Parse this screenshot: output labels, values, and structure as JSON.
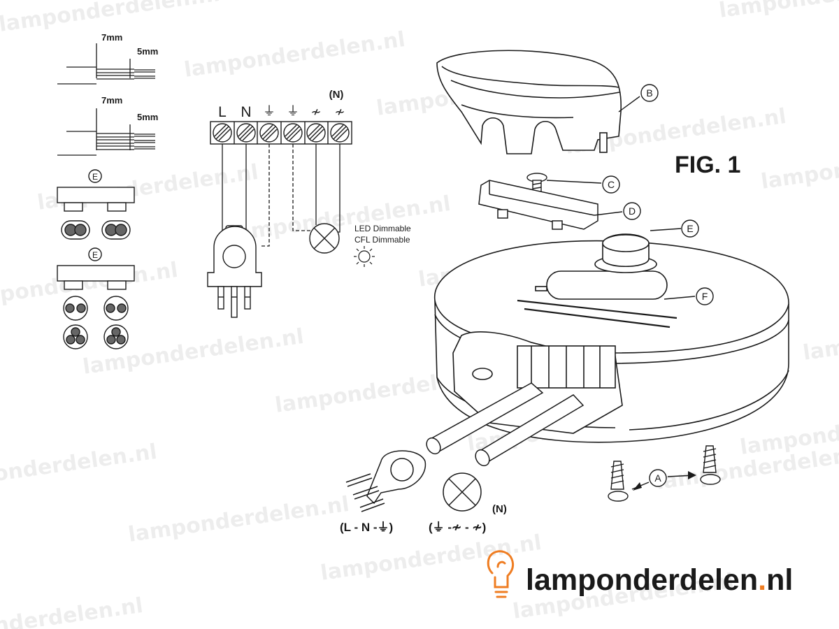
{
  "strip_lengths": {
    "outer": "7mm",
    "inner": "5mm"
  },
  "terminal_block": {
    "neutral_note": "(N)",
    "labels": [
      "L",
      "N",
      "⏚",
      "⏚",
      "≁",
      "≁"
    ]
  },
  "lamp_types": {
    "line1": "LED Dimmable",
    "line2": "CFL Dimmable"
  },
  "figure_title": "FIG. 1",
  "parts": {
    "A": "A",
    "B": "B",
    "C": "C",
    "D": "D",
    "E": "E",
    "F": "F"
  },
  "connection_labels": {
    "plug": "(L - N -⏚)",
    "lamp_neutral_note": "(N)",
    "lamp": "(⏚ -≁ - ≁)"
  },
  "logo": {
    "name": "lamponderdelen",
    "dot": ".",
    "tld": "nl",
    "accent_color": "#ef7d22"
  },
  "watermark_text": "lamponderdelen.nl",
  "colors": {
    "line": "#1a1a1a",
    "accent": "#ef7d22"
  }
}
